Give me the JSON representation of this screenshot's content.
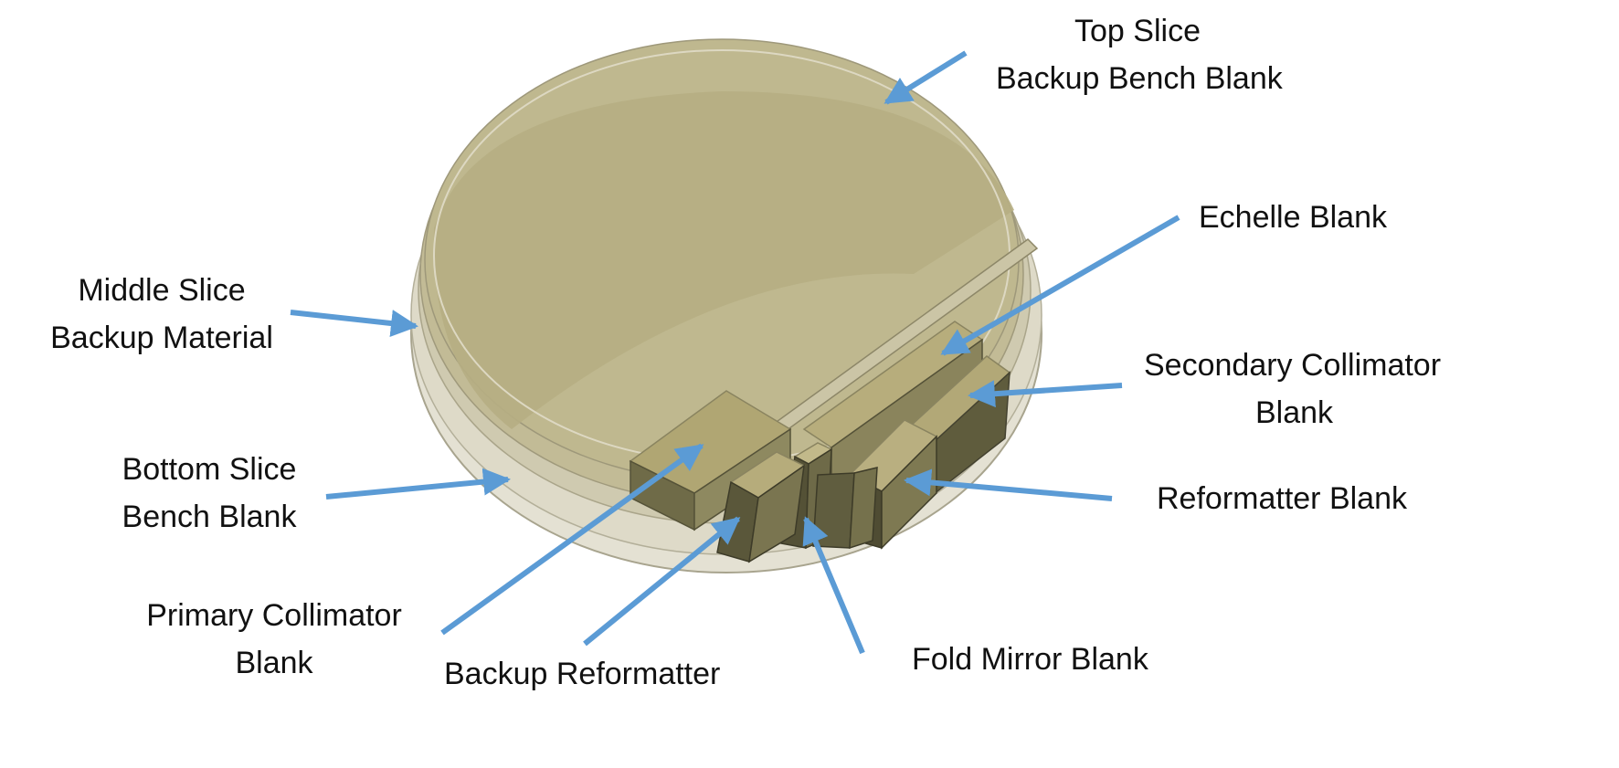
{
  "labels": {
    "top_slice": {
      "line1": "Top Slice",
      "line2": "Backup Bench Blank"
    },
    "echelle": {
      "line1": "Echelle Blank"
    },
    "middle_slice": {
      "line1": "Middle Slice",
      "line2": "Backup Material"
    },
    "secondary_collimator": {
      "line1": "Secondary Collimator",
      "line2": "Blank"
    },
    "bottom_slice": {
      "line1": "Bottom Slice",
      "line2": "Bench Blank"
    },
    "reformatter": {
      "line1": "Reformatter Blank"
    },
    "primary_collimator": {
      "line1": "Primary Collimator",
      "line2": "Blank"
    },
    "backup_reformatter": {
      "line1": "Backup Reformatter"
    },
    "fold_mirror": {
      "line1": "Fold Mirror Blank"
    }
  },
  "colors": {
    "arrow": "#5b9bd5",
    "disk_outer": "#dcd8c5",
    "disk_inner": "#b5ad84",
    "block_light": "#b8ae7e",
    "block_dark": "#6e6a48"
  }
}
